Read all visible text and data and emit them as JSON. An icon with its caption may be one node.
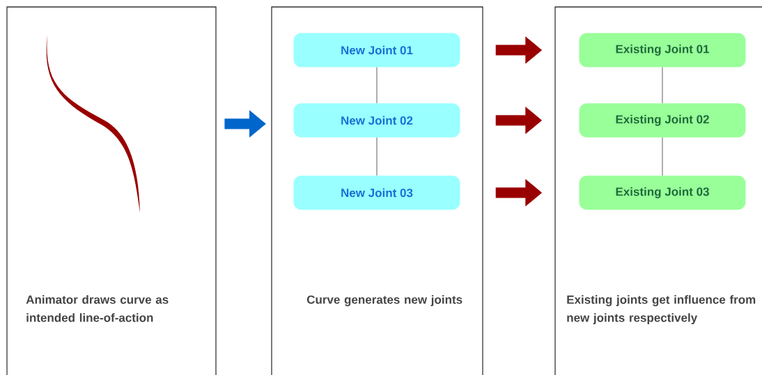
{
  "diagram": {
    "nodes": [
      {
        "text": [
          "Animator draws curve as intended line-of-action"
        ]
      },
      {
        "text": [
          "Curve generates new joints"
        ]
      },
      {
        "text": [
          "New Joint 01"
        ],
        "in": 1
      },
      {
        "text": [
          "New Joint 02"
        ],
        "in": 1
      },
      {
        "text": [
          "New Joint 03"
        ],
        "in": 1
      },
      {
        "text": [
          "Existing joints get influence from new joints respectively"
        ]
      },
      {
        "text": [
          "Existing Joint 01"
        ],
        "in": 5
      },
      {
        "text": [
          "Existing Joint 02"
        ],
        "in": 5
      },
      {
        "text": [
          "Existing Joint 03"
        ],
        "in": 5
      }
    ],
    "edges": [
      {
        "from": 0,
        "to": 1,
        "arrow": "to",
        "style": "thick",
        "color": "#0066cc"
      },
      {
        "from": 2,
        "to": 3,
        "arrow": "none"
      },
      {
        "from": 3,
        "to": 4,
        "arrow": "none"
      },
      {
        "from": 6,
        "to": 7,
        "arrow": "none"
      },
      {
        "from": 7,
        "to": 8,
        "arrow": "none"
      },
      {
        "from": 2,
        "to": 6,
        "arrow": "to",
        "style": "thick",
        "color": "#990000"
      },
      {
        "from": 3,
        "to": 7,
        "arrow": "to",
        "style": "thick",
        "color": "#990000"
      },
      {
        "from": 4,
        "to": 8,
        "arrow": "to",
        "style": "thick",
        "color": "#990000"
      }
    ]
  }
}
